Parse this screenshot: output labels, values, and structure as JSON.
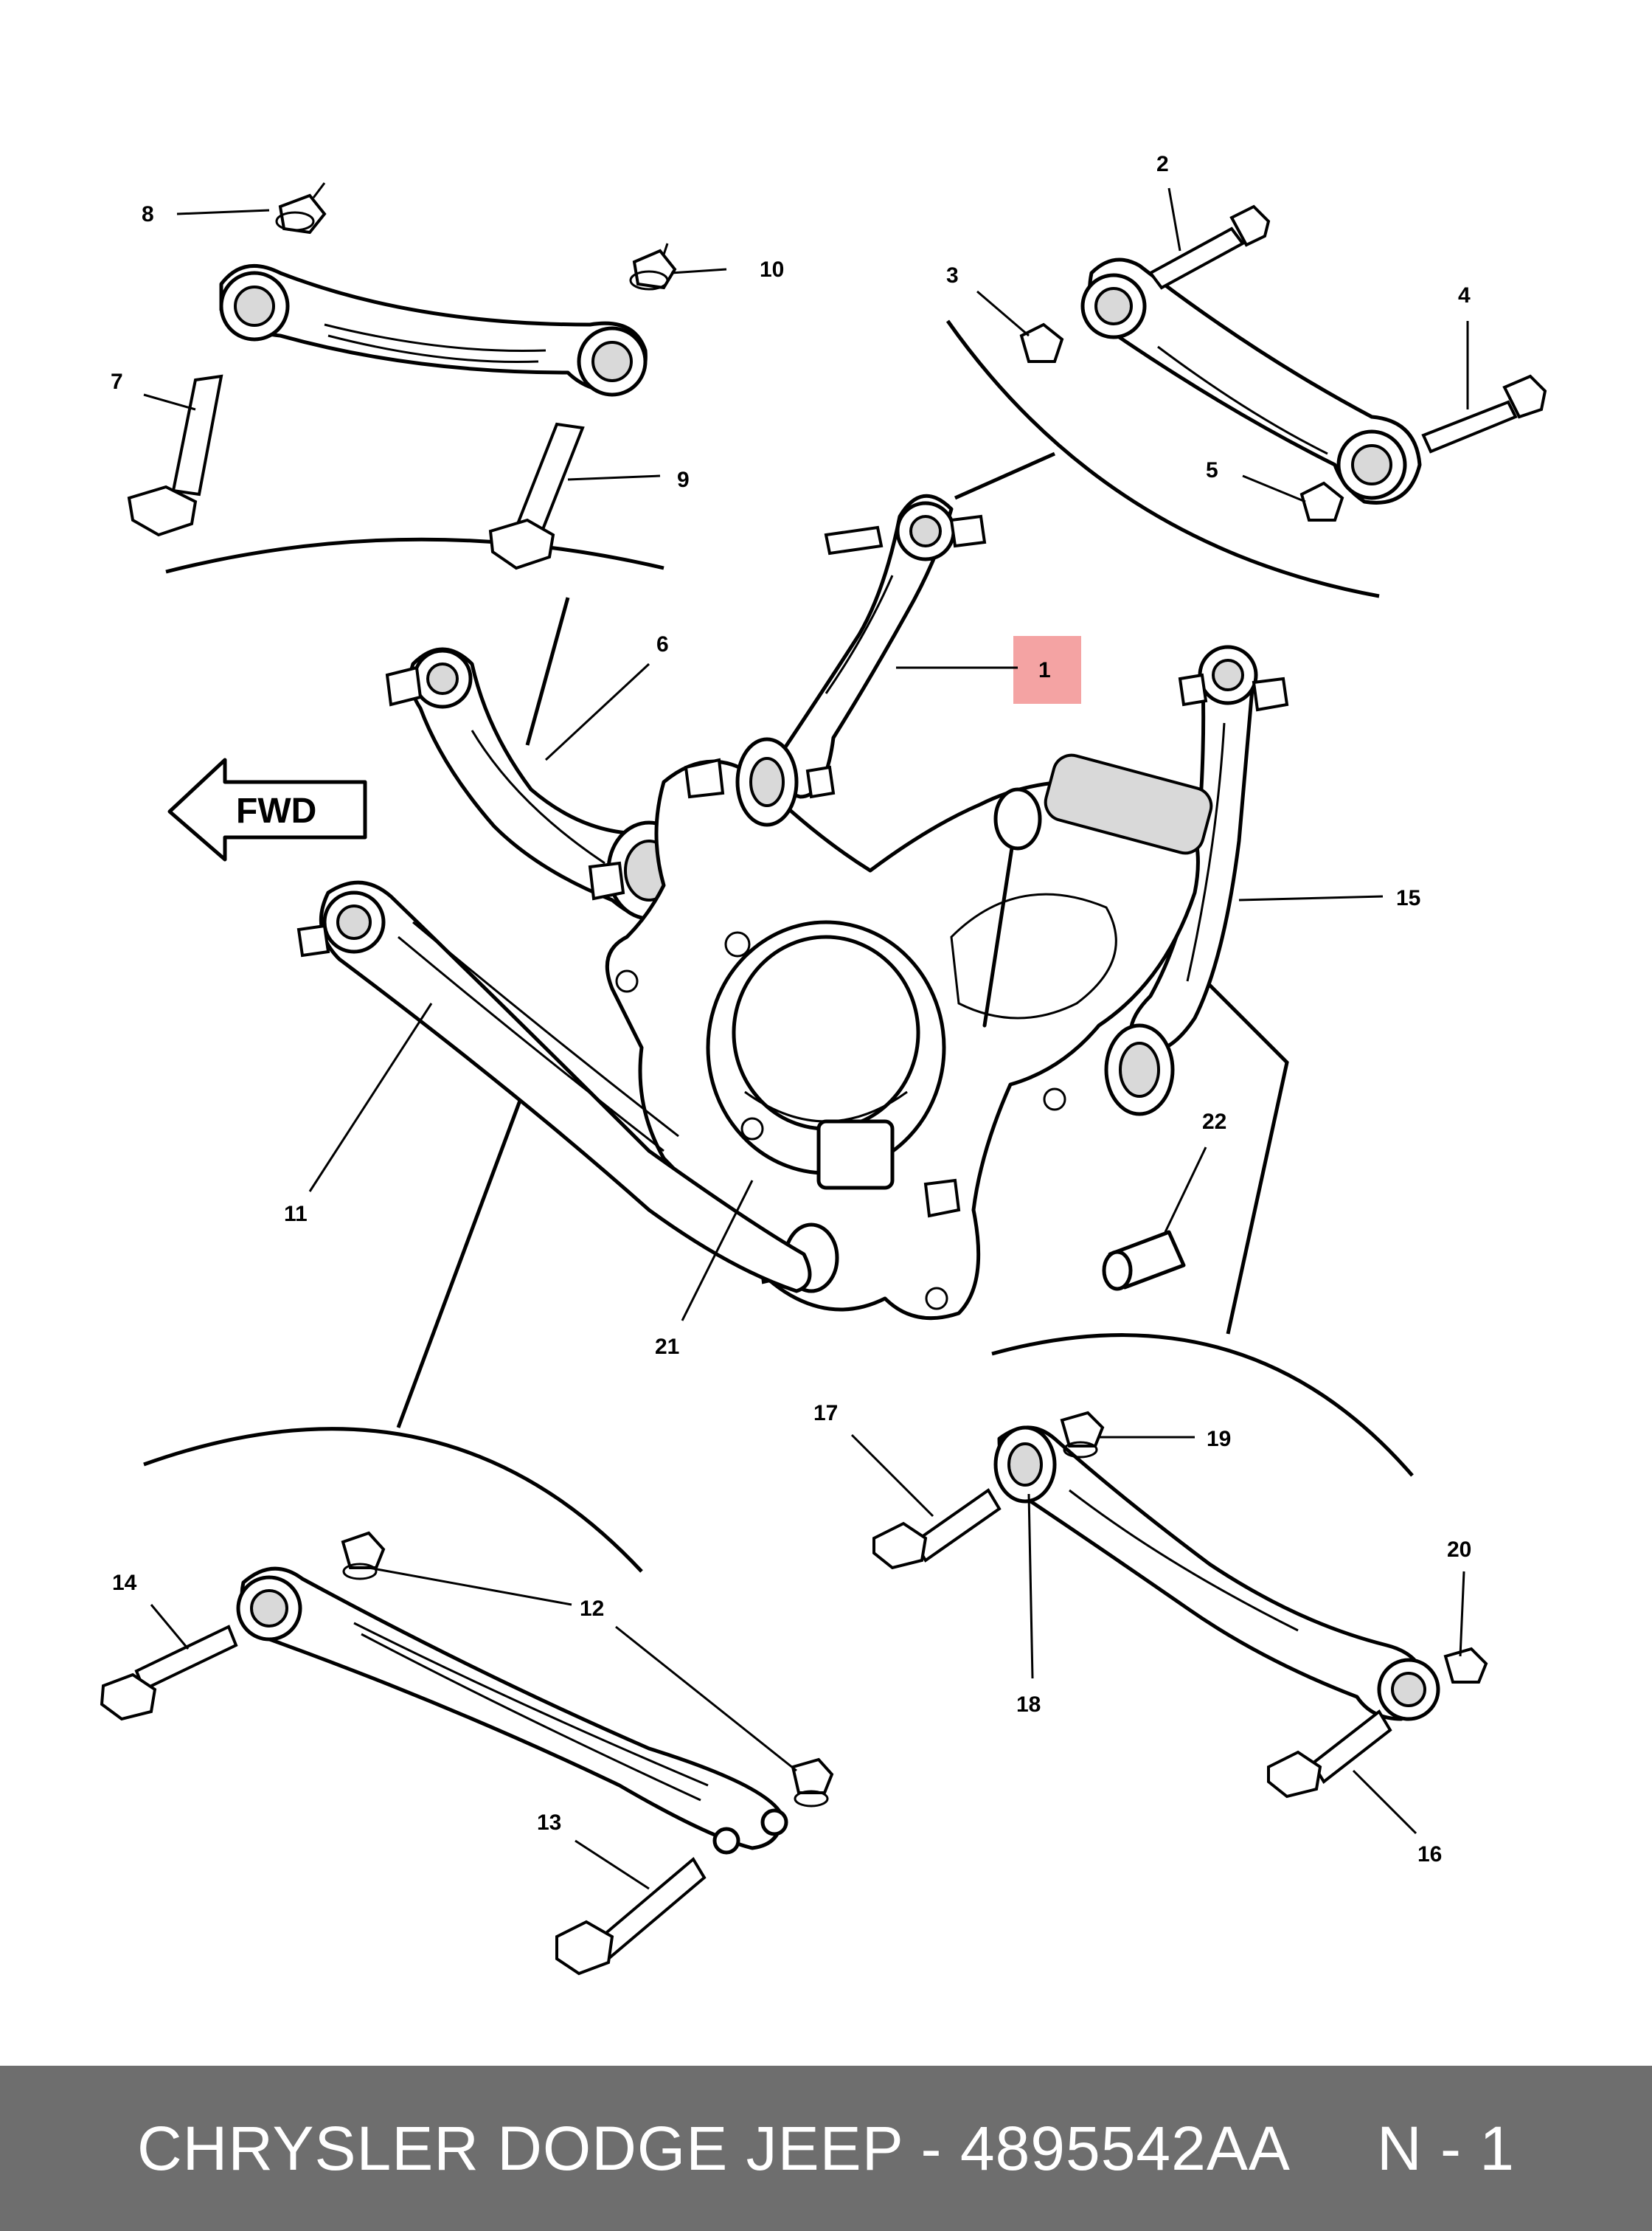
{
  "diagram": {
    "direction_label": "FWD",
    "highlight_color": "#f4a3a3",
    "callouts": [
      "1",
      "2",
      "3",
      "4",
      "5",
      "6",
      "7",
      "8",
      "9",
      "10",
      "11",
      "12",
      "13",
      "14",
      "15",
      "16",
      "17",
      "18",
      "19",
      "20",
      "21",
      "22"
    ]
  },
  "footer": {
    "text": "CHRYSLER DODGE JEEP - 4895542AA     N - 1",
    "background": "#6e6e6e"
  }
}
